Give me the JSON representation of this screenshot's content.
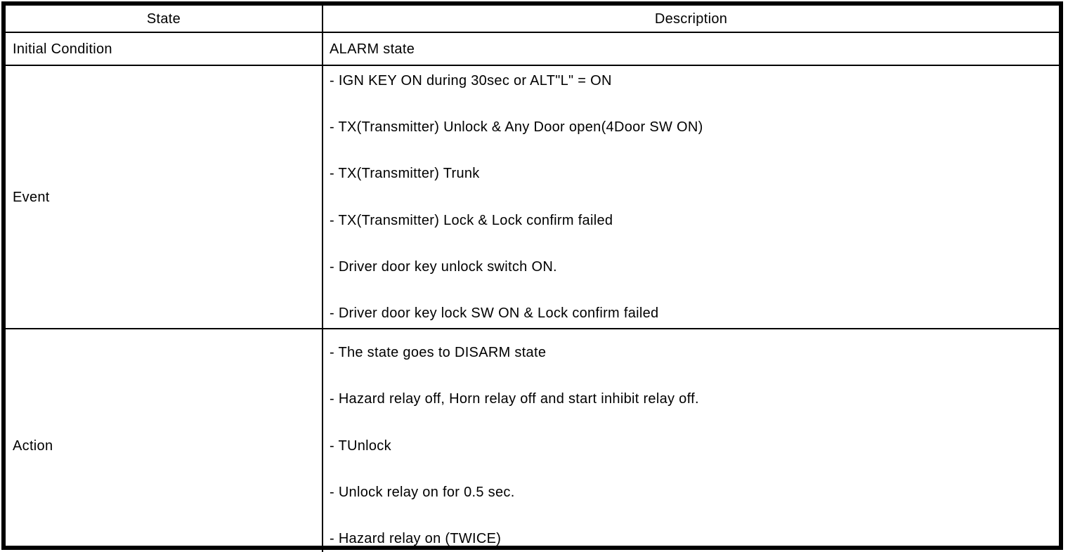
{
  "table": {
    "headers": {
      "state": "State",
      "description": "Description"
    },
    "rows": [
      {
        "state": "Initial Condition",
        "description": [
          "ALARM state"
        ]
      },
      {
        "state": "Event",
        "description": [
          "- IGN KEY ON during 30sec or ALT\"L\" = ON",
          "- TX(Transmitter) Unlock & Any Door open(4Door SW ON)",
          "- TX(Transmitter) Trunk",
          "- TX(Transmitter) Lock & Lock confirm failed",
          "- Driver door key unlock switch ON.",
          "- Driver door key lock SW ON & Lock confirm failed"
        ]
      },
      {
        "state": "Action",
        "description": [
          "- The state goes to DISARM state",
          "- Hazard relay off, Horn relay off and start inhibit relay off.",
          "- TUnlock",
          "- Unlock relay on for 0.5 sec.",
          "- Hazard relay on (TWICE)"
        ]
      }
    ],
    "colors": {
      "border": "#000000",
      "background": "#ffffff",
      "text": "#000000"
    }
  }
}
